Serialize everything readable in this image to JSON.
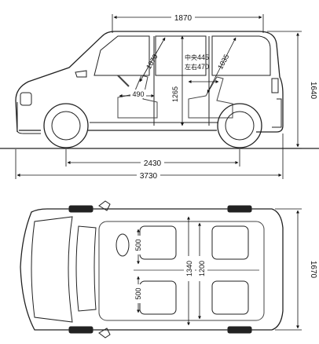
{
  "side_view": {
    "dims": {
      "roof_length": "1870",
      "wheelbase": "2430",
      "overall_length": "3730",
      "overall_height": "1640",
      "front_headroom": "1070",
      "rear_headroom": "1035",
      "seat_height": "1265",
      "knee_room": "490"
    },
    "callout": {
      "center_label": "中央",
      "center_value": "445",
      "side_label": "左右",
      "side_value": "470"
    }
  },
  "top_view": {
    "dims": {
      "front_seat_width": "500",
      "rear_seat_width": "500",
      "interior_width_front": "1340",
      "interior_width_rear": "1200",
      "overall_width": "1670"
    }
  },
  "colors": {
    "line": "#222222",
    "dim_line": "#111111",
    "background": "#ffffff"
  }
}
